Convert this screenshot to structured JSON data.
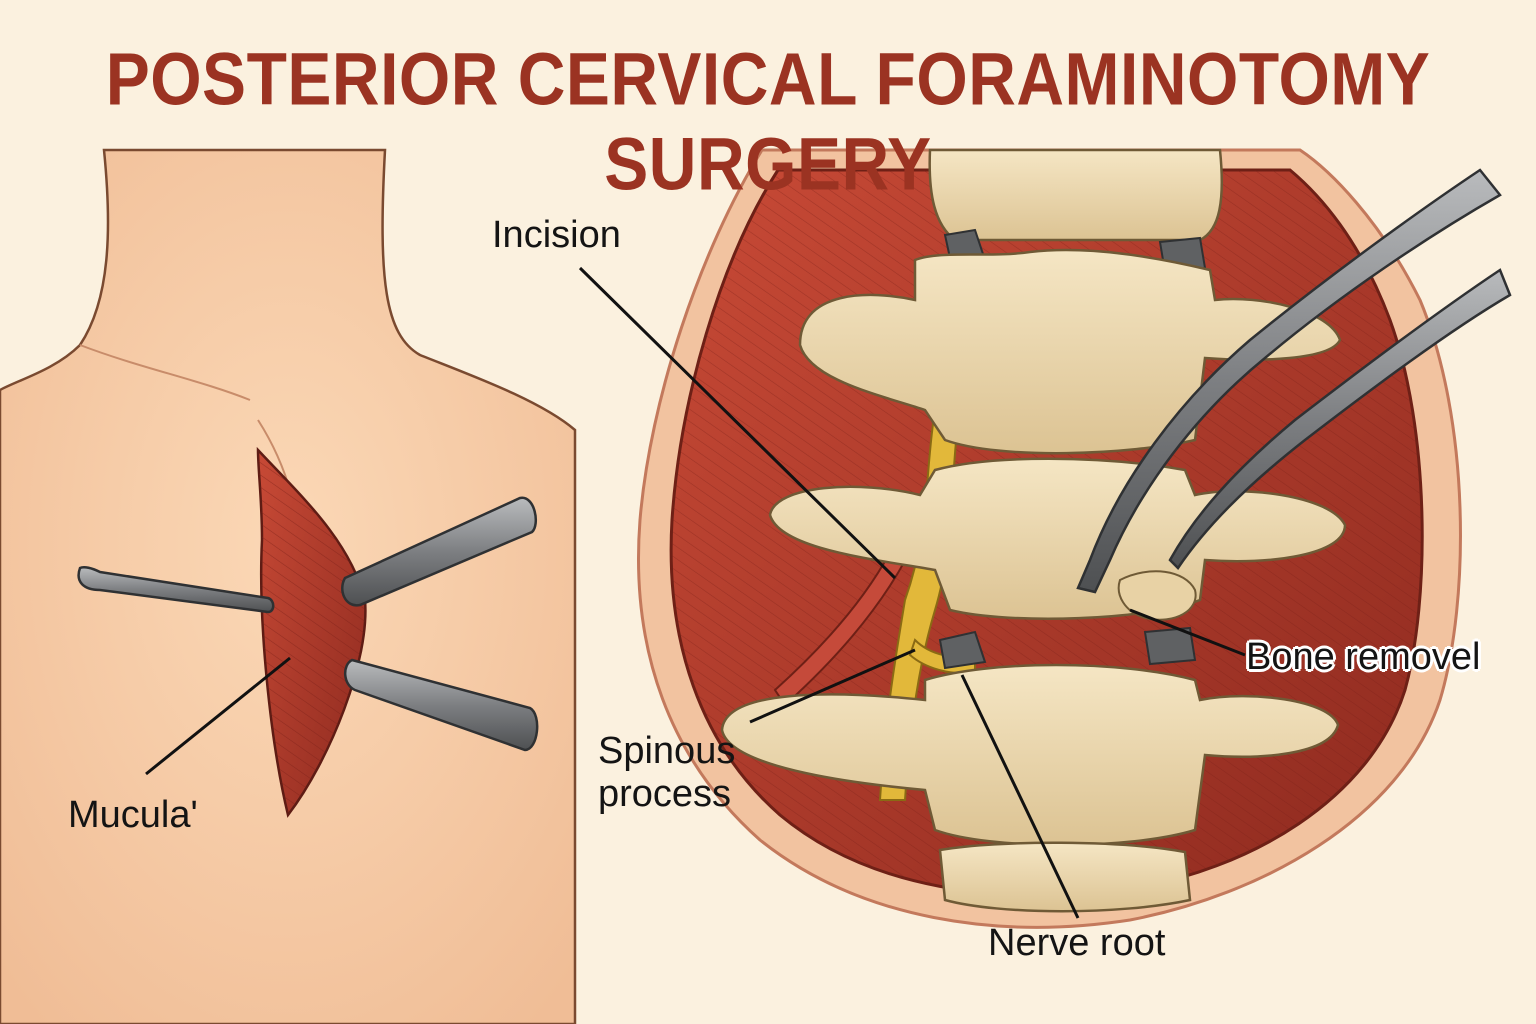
{
  "title": "POSTERIOR CERVICAL FORAMINOTOMY SURGERY",
  "labels": {
    "incision": "Incision",
    "mucula": "Mucula'",
    "spinous_process": "Spinous\nprocess",
    "bone_removel": "Bone removel",
    "nerve_root": "Nerve root"
  },
  "colors": {
    "background": "#fbf1df",
    "title": "#9b3322",
    "skin": "#f6cba5",
    "muscle": "#b73a2c",
    "bone": "#eedcb4",
    "nerve": "#e2b83a",
    "instrument": "#7d7f82"
  }
}
